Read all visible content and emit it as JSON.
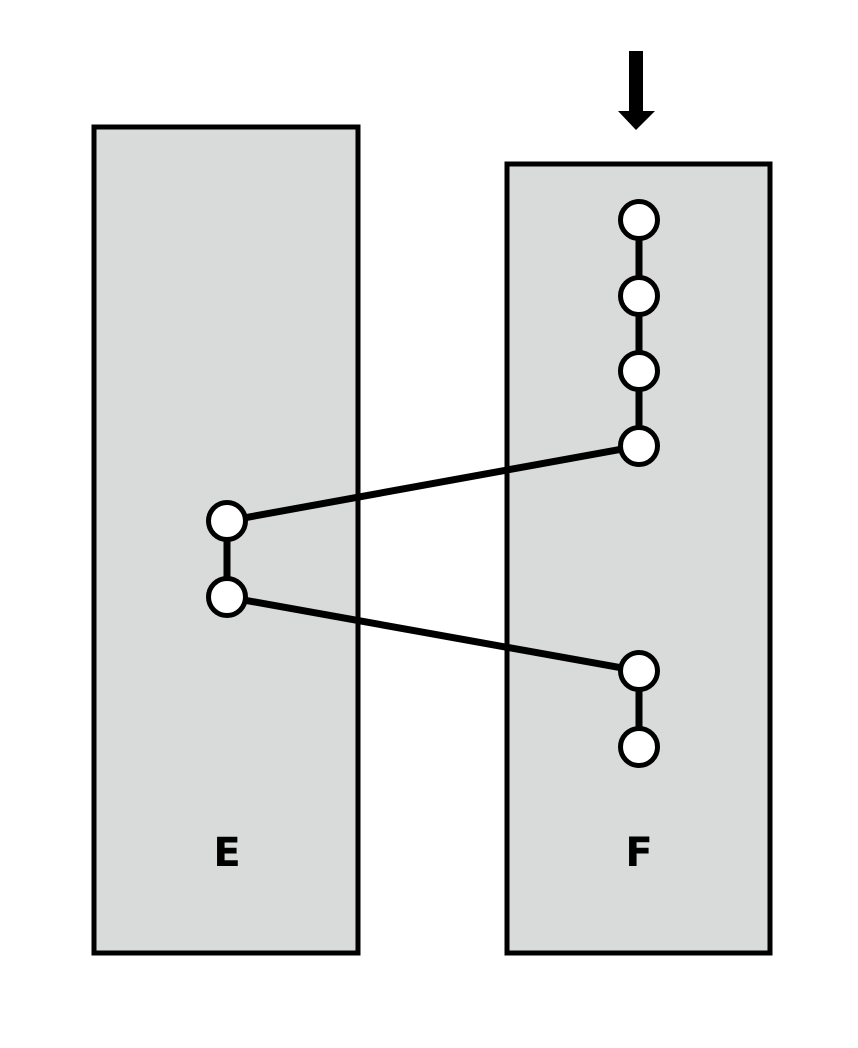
{
  "panels": [
    {
      "label": "E",
      "fill": "#d9dbdb"
    },
    {
      "label": "F",
      "fill": "#d9dbdb"
    }
  ],
  "marker": {
    "icon": "down-arrow-icon",
    "target": "F"
  }
}
